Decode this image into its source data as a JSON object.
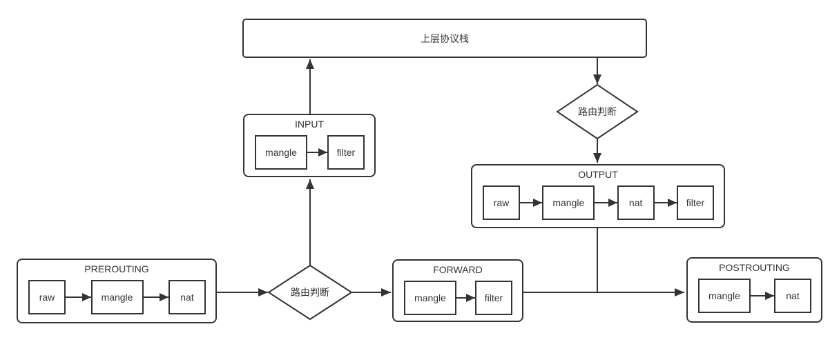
{
  "colors": {
    "stroke": "#333333",
    "text": "#333333",
    "background": "#ffffff"
  },
  "protocol_stack": {
    "label": "上层协议栈"
  },
  "routing_decision_top": {
    "label": "路由判断"
  },
  "routing_decision_bottom": {
    "label": "路由判断"
  },
  "chains": {
    "prerouting": {
      "title": "PREROUTING",
      "tables": [
        "raw",
        "mangle",
        "nat"
      ]
    },
    "input": {
      "title": "INPUT",
      "tables": [
        "mangle",
        "filter"
      ]
    },
    "forward": {
      "title": "FORWARD",
      "tables": [
        "mangle",
        "filter"
      ]
    },
    "output": {
      "title": "OUTPUT",
      "tables": [
        "raw",
        "mangle",
        "nat",
        "filter"
      ]
    },
    "postrouting": {
      "title": "POSTROUTING",
      "tables": [
        "mangle",
        "nat"
      ]
    }
  }
}
